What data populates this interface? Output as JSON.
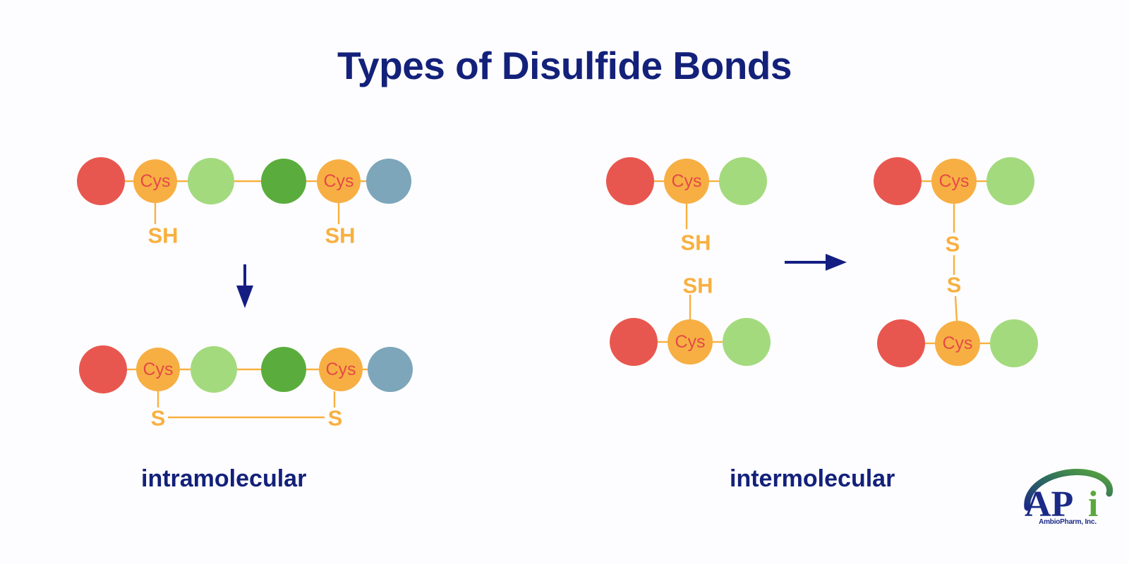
{
  "page": {
    "title": "Types of Disulfide Bonds",
    "background_color": "#fdfdff",
    "title_color": "#13217a"
  },
  "palette": {
    "red": "#e8574f",
    "orange": "#f7af44",
    "light_green": "#a4da7e",
    "dark_green": "#5aad3d",
    "blue_gray": "#7da6ba",
    "bond": "#f8b040",
    "cys_text": "#e44a46",
    "atom_text": "#f8b040",
    "navy": "#141e82"
  },
  "left_panel": {
    "caption": "intramolecular",
    "arrow": "down-arrow",
    "reactant_chain": {
      "residues": [
        {
          "color_key": "red",
          "label": ""
        },
        {
          "color_key": "orange",
          "label": "Cys"
        },
        {
          "color_key": "light_green",
          "label": ""
        },
        {
          "color_key": "dark_green",
          "label": ""
        },
        {
          "color_key": "orange",
          "label": "Cys"
        },
        {
          "color_key": "blue_gray",
          "label": ""
        }
      ],
      "thiol_labels": [
        "SH",
        "SH"
      ]
    },
    "product_chain": {
      "residues": [
        {
          "color_key": "red",
          "label": ""
        },
        {
          "color_key": "orange",
          "label": "Cys"
        },
        {
          "color_key": "light_green",
          "label": ""
        },
        {
          "color_key": "dark_green",
          "label": ""
        },
        {
          "color_key": "orange",
          "label": "Cys"
        },
        {
          "color_key": "blue_gray",
          "label": ""
        }
      ],
      "sulfur_labels": [
        "S",
        "S"
      ],
      "bond_type": "disulfide-horizontal"
    }
  },
  "right_panel": {
    "caption": "intermolecular",
    "arrow": "right-arrow",
    "reactant_chains": [
      {
        "residues": [
          {
            "color_key": "red",
            "label": ""
          },
          {
            "color_key": "orange",
            "label": "Cys"
          },
          {
            "color_key": "light_green",
            "label": ""
          }
        ],
        "thiol_label": "SH"
      },
      {
        "residues": [
          {
            "color_key": "red",
            "label": ""
          },
          {
            "color_key": "orange",
            "label": "Cys"
          },
          {
            "color_key": "light_green",
            "label": ""
          }
        ],
        "thiol_label": "SH"
      }
    ],
    "product_chains": [
      {
        "residues": [
          {
            "color_key": "red",
            "label": ""
          },
          {
            "color_key": "orange",
            "label": "Cys"
          },
          {
            "color_key": "light_green",
            "label": ""
          }
        ],
        "sulfur_label": "S"
      },
      {
        "residues": [
          {
            "color_key": "red",
            "label": ""
          },
          {
            "color_key": "orange",
            "label": "Cys"
          },
          {
            "color_key": "light_green",
            "label": ""
          }
        ],
        "sulfur_label": "S"
      }
    ],
    "bond_type": "disulfide-vertical"
  },
  "logo": {
    "wordmark": "APi",
    "company": "AmbioPharm, Inc.",
    "mark_colors": {
      "blue": "#1b2a86",
      "green": "#5aa83c"
    }
  }
}
